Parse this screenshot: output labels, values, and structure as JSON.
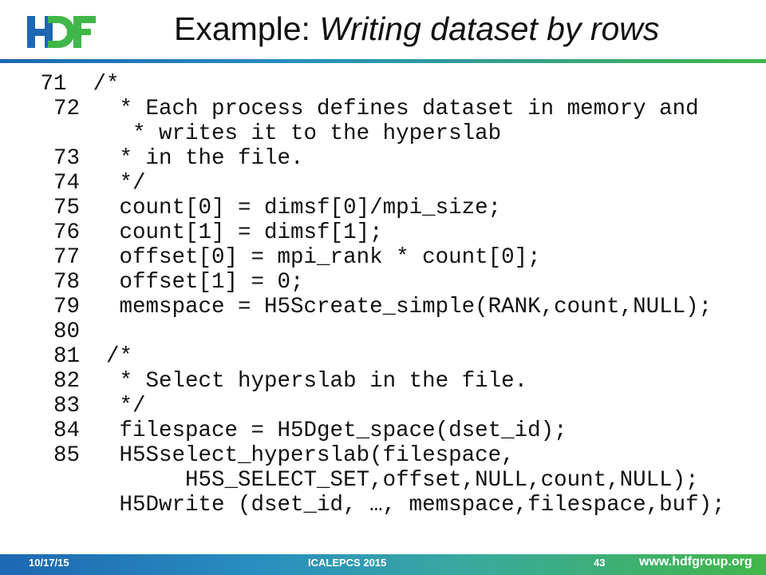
{
  "header": {
    "title_prefix": "Example: ",
    "title_italic": "Writing dataset by rows",
    "logo_text": "HDF"
  },
  "code": {
    "lines": [
      " 71  /*",
      "  72   * Each process defines dataset in memory and",
      "        * writes it to the hyperslab",
      "  73   * in the file.",
      "  74   */",
      "  75   count[0] = dimsf[0]/mpi_size;",
      "  76   count[1] = dimsf[1];",
      "  77   offset[0] = mpi_rank * count[0];",
      "  78   offset[1] = 0;",
      "  79   memspace = H5Screate_simple(RANK,count,NULL);",
      "  80",
      "  81  /*",
      "  82   * Select hyperslab in the file.",
      "  83   */",
      "  84   filespace = H5Dget_space(dset_id);",
      "  85   H5Sselect_hyperslab(filespace,",
      "            H5S_SELECT_SET,offset,NULL,count,NULL);",
      "       H5Dwrite (dset_id, …, memspace,filespace,buf);"
    ]
  },
  "footer": {
    "date": "10/17/15",
    "conference": "ICALEPCS 2015",
    "page": "43",
    "url": "www.hdfgroup.org"
  },
  "colors": {
    "blue": "#1d68b2",
    "green": "#41b649"
  }
}
